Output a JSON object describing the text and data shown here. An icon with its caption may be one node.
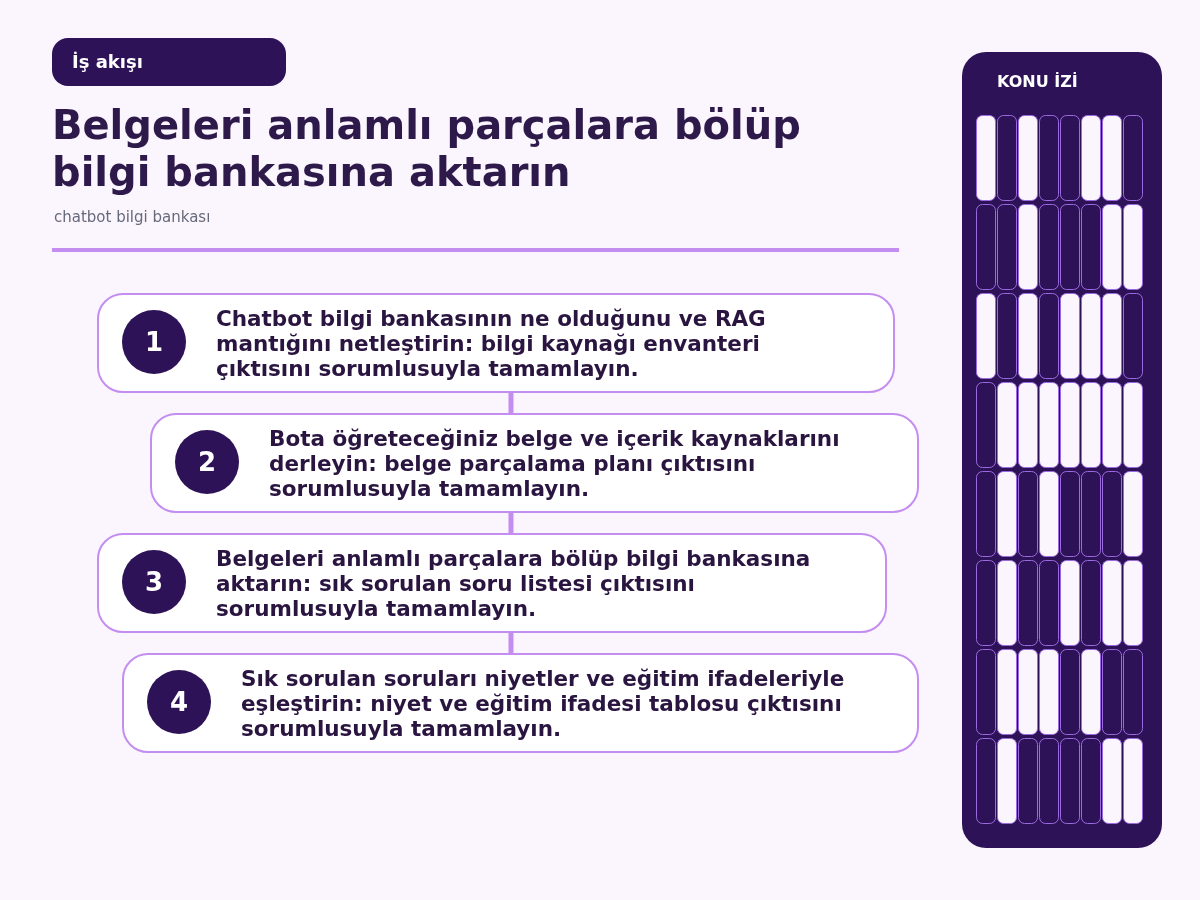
{
  "diagram": {
    "title": "Belgeleri anlamlı parçalara bölüp bilgi bankasına aktarın",
    "nodes": [
      {
        "text": [
          "1",
          "Chatbot bilgi bankasının ne olduğunu ve RAG mantığını netleştirin: bilgi kaynağı envanteri çıktısını sorumlusuyla tamamlayın."
        ]
      },
      {
        "text": [
          "2",
          "Bota öğreteceğiniz belge ve içerik kaynaklarını derleyin: belge parçalama planı çıktısını sorumlusuyla tamamlayın."
        ]
      },
      {
        "text": [
          "3",
          "Belgeleri anlamlı parçalara bölüp bilgi bankasına aktarın: sık sorulan soru listesi çıktısını sorumlusuyla tamamlayın."
        ]
      },
      {
        "text": [
          "4",
          "Sık sorulan soruları niyetler ve eğitim ifadeleriyle eşleştirin: niyet ve eğitim ifadesi tablosu çıktısını sorumlusuyla tamamlayın."
        ]
      },
      {
        "text": [
          "KONU İZİ"
        ]
      }
    ],
    "edges": [
      {
        "from": 0,
        "to": 1,
        "arrow": "none"
      },
      {
        "from": 1,
        "to": 2,
        "arrow": "none"
      },
      {
        "from": 2,
        "to": 3,
        "arrow": "none"
      }
    ],
    "labels": [
      "İş akışı",
      "chatbot bilgi bankası"
    ]
  }
}
